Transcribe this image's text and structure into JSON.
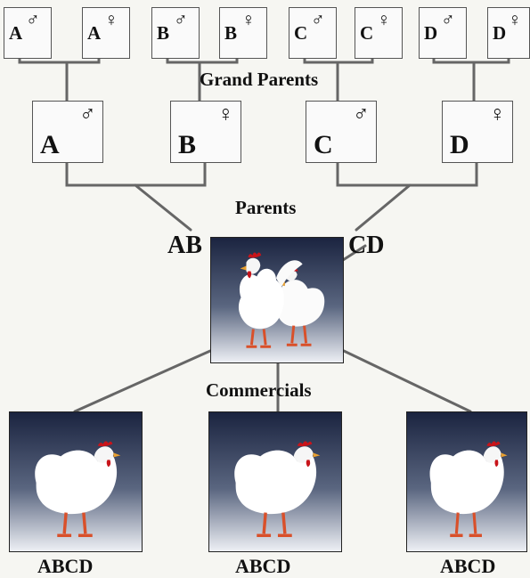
{
  "grandparents": {
    "title": "Grand Parents",
    "boxes": [
      {
        "letter": "A",
        "symbol": "♂"
      },
      {
        "letter": "A",
        "symbol": "♀"
      },
      {
        "letter": "B",
        "symbol": "♂"
      },
      {
        "letter": "B",
        "symbol": "♀"
      },
      {
        "letter": "C",
        "symbol": "♂"
      },
      {
        "letter": "C",
        "symbol": "♀"
      },
      {
        "letter": "D",
        "symbol": "♂"
      },
      {
        "letter": "D",
        "symbol": "♀"
      }
    ]
  },
  "parents": {
    "title": "Parents",
    "boxes": [
      {
        "letter": "A",
        "symbol": "♂"
      },
      {
        "letter": "B",
        "symbol": "♀"
      },
      {
        "letter": "C",
        "symbol": "♂"
      },
      {
        "letter": "D",
        "symbol": "♀"
      }
    ]
  },
  "crosses": {
    "left": "AB",
    "right": "CD"
  },
  "commercials": {
    "title": "Commercials",
    "labels": [
      "ABCD",
      "ABCD",
      "ABCD"
    ]
  },
  "colors": {
    "line": "#666666",
    "box_border": "#555555",
    "photo_dark": "#1b2440",
    "photo_light": "#eef0f5",
    "comb": "#c8141a",
    "legs": "#d9502a"
  }
}
